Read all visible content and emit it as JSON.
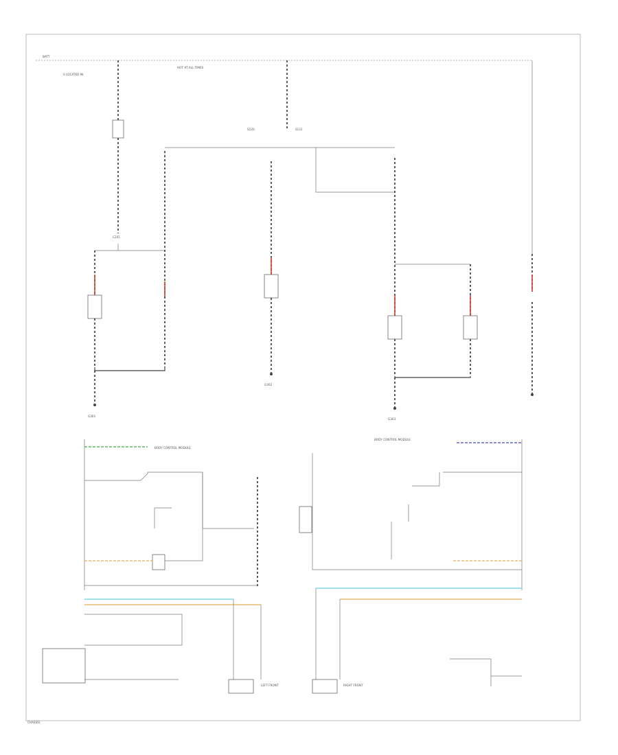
{
  "colors": {
    "wire": "#444444",
    "frame": "#aaaaaa",
    "red": "#d04030",
    "green": "#3aa84a",
    "blue": "#3b46b0",
    "orange": "#e8b870",
    "cyan": "#7fd6e0"
  },
  "labels": {
    "top_left_wire": "BATT",
    "top_left_splice": "S LOCATED IN",
    "top_center_note": "HOT AT ALL TIMES",
    "left_bottom_ground": "G301",
    "center_bottom_ground": "G302",
    "right_bottom_ground": "G303",
    "module_left": "BODY CONTROL MODULE",
    "module_right": "BODY CONTROL MODULE",
    "left_sensor": "LEFT FRONT",
    "right_sensor": "RIGHT FRONT",
    "footer": "CHASSIS"
  }
}
